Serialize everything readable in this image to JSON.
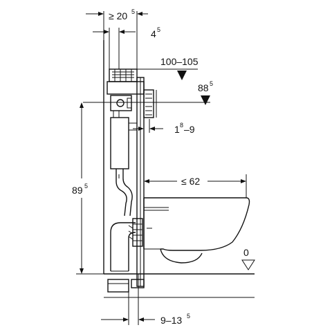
{
  "dimensions": {
    "d_min_width": {
      "main": "≥ 20",
      "sup": "5"
    },
    "d_offset": {
      "main": "4",
      "sup": "5"
    },
    "d_height_range": {
      "main": "100–105"
    },
    "d_height_flush": {
      "main": "88",
      "sup": "5"
    },
    "d_wall_range": {
      "main": "1",
      "sup": "8",
      "tail": "–9"
    },
    "d_bowl_length": {
      "main": "≤ 62"
    },
    "d_total_height": {
      "main": "89",
      "sup": "5"
    },
    "d_floor_level": {
      "main": "0"
    },
    "d_bottom_range": {
      "main": "9–13",
      "sup": "5"
    }
  }
}
